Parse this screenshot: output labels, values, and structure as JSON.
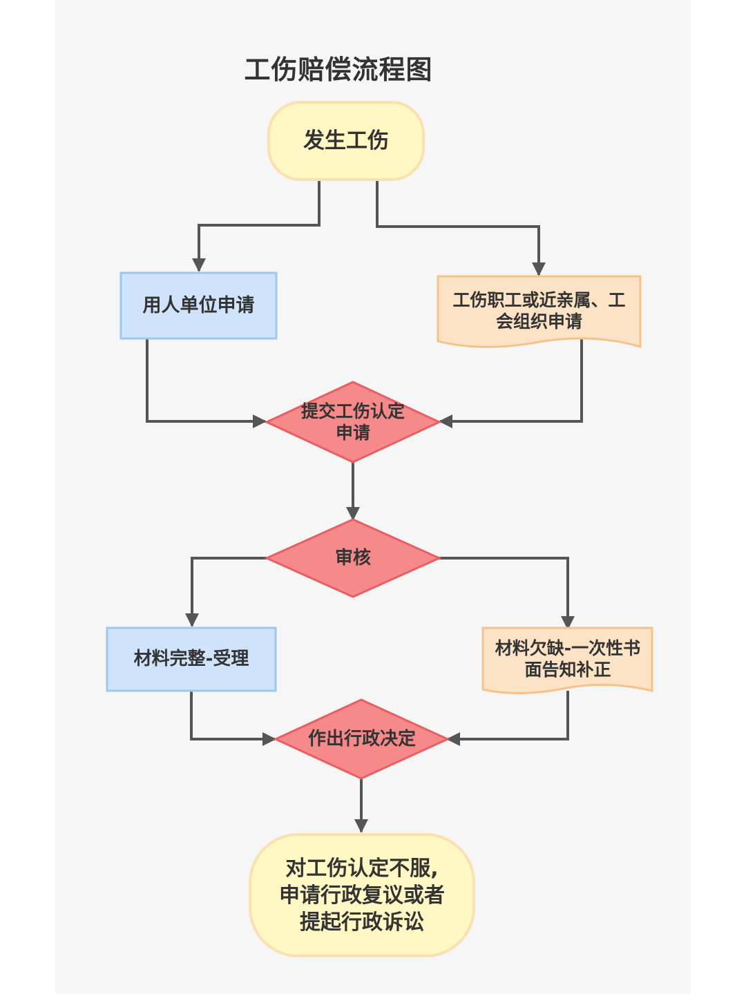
{
  "title": "工伤赔偿流程图",
  "nodes": {
    "start": "发生工伤",
    "employer_apply": "用人单位申请",
    "worker_apply": "工伤职工或近亲属、工\n会组织申请",
    "submit": "提交工伤认定\n申请",
    "review": "审核",
    "accept": "材料完整-受理",
    "supplement": "材料欠缺-一次性书\n面告知补正",
    "decision": "作出行政决定",
    "end": "对工伤认定不服,\n申请行政复议或者\n提起行政诉讼"
  },
  "colors": {
    "terminal_fill": "#fff8c4",
    "terminal_stroke": "#fbe0b0",
    "process_fill": "#cfe4fb",
    "process_stroke": "#9cc7f0",
    "document_fill": "#fde3c6",
    "document_stroke": "#f7c28a",
    "decision_fill": "#f6898a",
    "decision_stroke": "#e85f62",
    "connector": "#555555"
  }
}
